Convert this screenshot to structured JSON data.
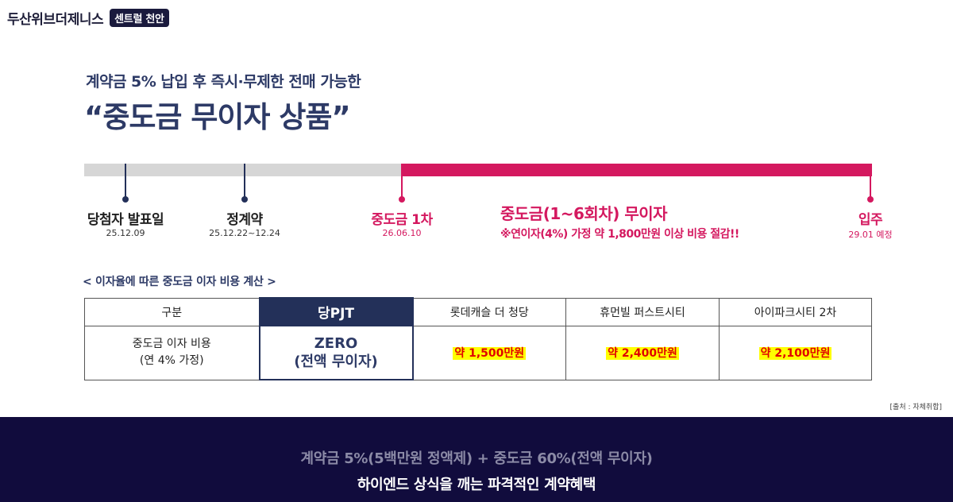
{
  "brand": {
    "name": "두산위브더제니스",
    "badge": "센트럴 천안"
  },
  "hero": {
    "subtitle": "계약금 5% 납입 후 즉시·무제한 전매 가능한",
    "headline": "“중도금 무이자 상품”"
  },
  "timeline": {
    "colors": {
      "past": "#d6d6d6",
      "active": "#d4185f",
      "marker_navy": "#233059"
    },
    "milestones": [
      {
        "label": "당첨자 발표일",
        "date": "25.12.09"
      },
      {
        "label": "정계약",
        "date": "25.12.22~12.24"
      },
      {
        "label": "중도금 1차",
        "date": "26.06.10"
      },
      {
        "label": "입주",
        "date": "29.01 예정"
      }
    ],
    "period": {
      "title": "중도금(1~6회차) 무이자",
      "note": "※연이자(4%) 가정 약 1,800만원 이상 비용 절감!!"
    }
  },
  "comparison": {
    "caption": "< 이자율에 따른 중도금 이자 비용 계산 >",
    "headers": [
      "구분",
      "당PJT",
      "롯데캐슬 더 청당",
      "휴먼빌 퍼스트시티",
      "아이파크시티 2차"
    ],
    "row": {
      "label_line1": "중도금 이자 비용",
      "label_line2": "(연 4% 가정)",
      "ours_line1": "ZERO",
      "ours_line2": "(전액 무이자)",
      "values": [
        "약 1,500만원",
        "약 2,400만원",
        "약 2,100만원"
      ]
    },
    "source": "[출처 : 자체취합]"
  },
  "footer": {
    "line1": "계약금 5%(5백만원 정액제) + 중도금 60%(전액 무이자)",
    "line2": "하이엔드 상식을 깨는 파격적인 계약혜택"
  }
}
